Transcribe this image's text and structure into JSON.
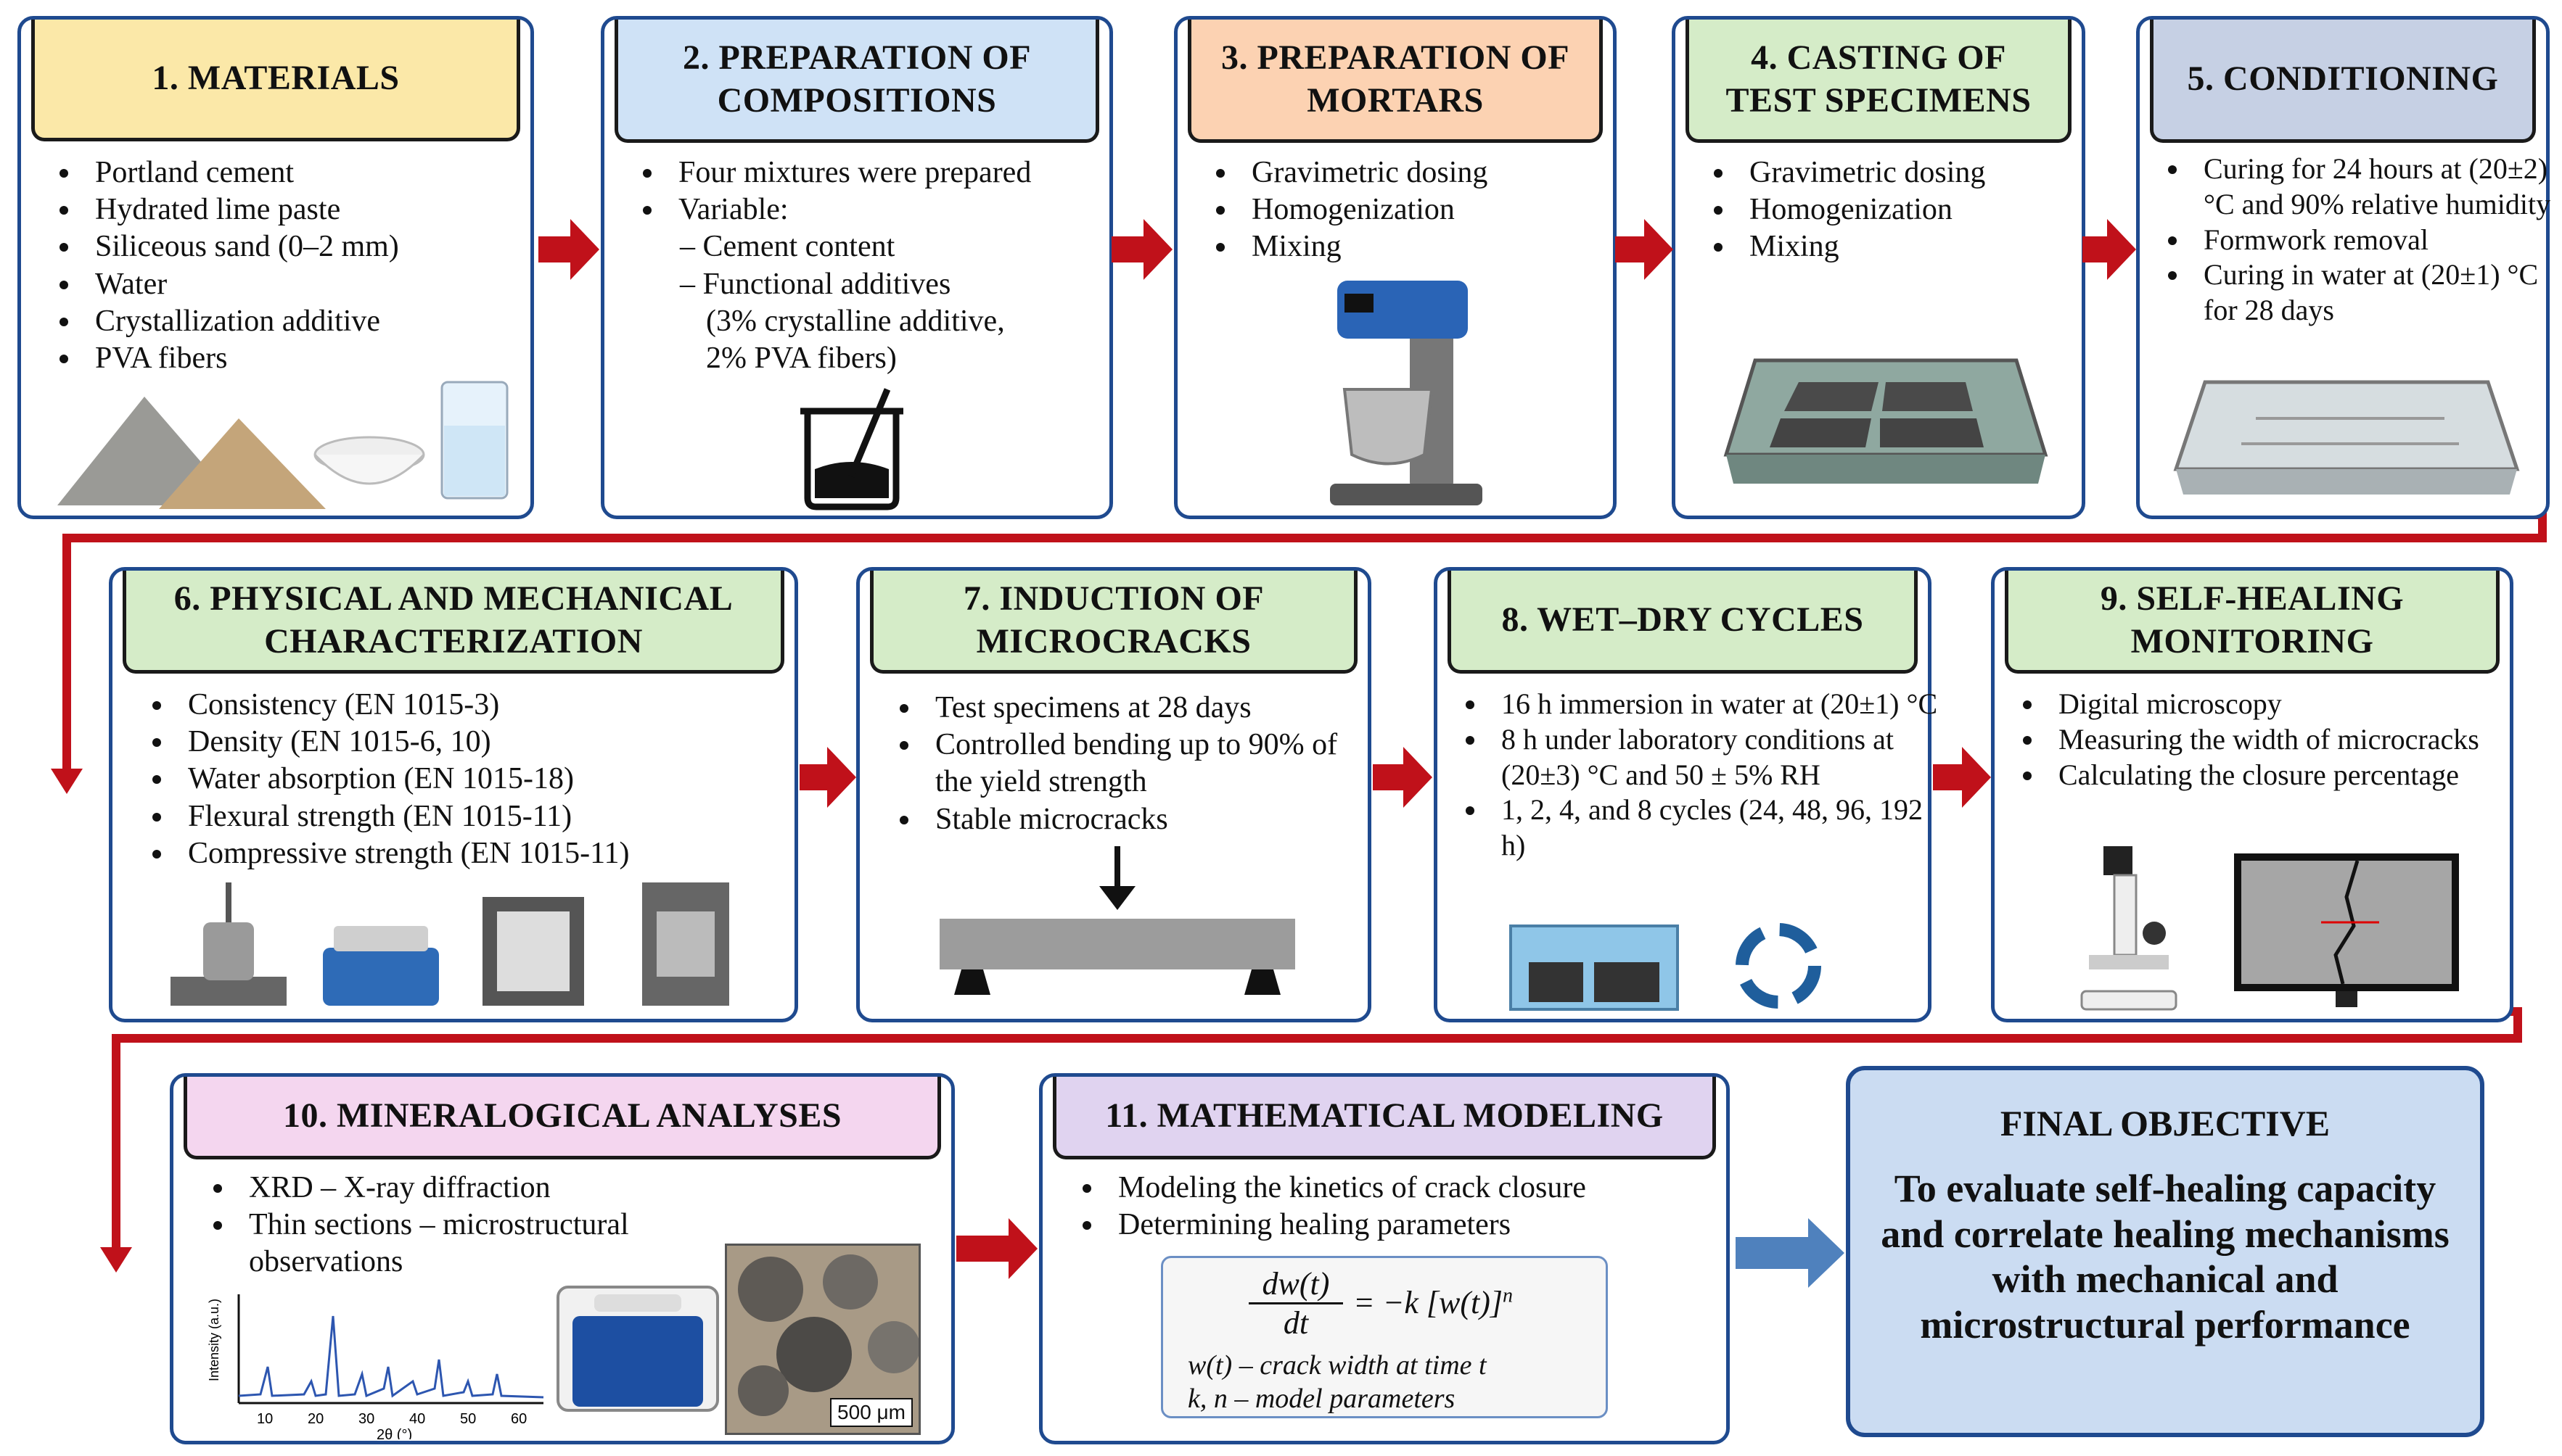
{
  "steps": [
    {
      "title": "1. MATERIALS",
      "items": [
        "Portland cement",
        "Hydrated lime paste",
        "Siliceous sand (0–2 mm)",
        "Water",
        "Crystallization additive",
        "PVA fibers"
      ]
    },
    {
      "title": "2. PREPARATION OF\nCOMPOSITIONS",
      "items": [
        "Four mixtures were prepared",
        "Variable:"
      ],
      "subitems": [
        "– Cement content",
        "– Functional additives",
        "(3% crystalline additive,",
        "2% PVA fibers)"
      ]
    },
    {
      "title": "3. PREPARATION OF\nMORTARS",
      "items": [
        "Gravimetric dosing",
        "Homogenization",
        "Mixing"
      ]
    },
    {
      "title": "4. CASTING OF\nTEST SPECIMENS",
      "items": [
        "Gravimetric dosing",
        "Homogenization",
        "Mixing"
      ]
    },
    {
      "title": "5. CONDITIONING",
      "items": [
        "Curing for 24 hours at (20±2) °C and 90% relative humidity",
        "Formwork removal",
        "Curing in water at (20±1) °C for 28 days"
      ]
    },
    {
      "title": "6. PHYSICAL AND MECHANICAL\nCHARACTERIZATION",
      "items": [
        "Consistency (EN 1015-3)",
        "Density (EN 1015-6, 10)",
        "Water absorption (EN 1015-18)",
        "Flexural strength (EN 1015-11)",
        "Compressive strength (EN 1015-11)"
      ]
    },
    {
      "title": "7. INDUCTION OF\nMICROCRACKS",
      "items": [
        "Test specimens at 28 days",
        "Controlled bending up to 90% of the yield strength",
        "Stable microcracks"
      ]
    },
    {
      "title": "8. WET–DRY CYCLES",
      "items": [
        "16 h immersion in water at (20±1) °C",
        "8 h under laboratory conditions at (20±3) °C and 50 ± 5% RH",
        "1, 2, 4, and 8 cycles (24, 48, 96, 192 h)"
      ]
    },
    {
      "title": "9. SELF-HEALING\nMONITORING",
      "items": [
        "Digital microscopy",
        "Measuring the width of microcracks",
        "Calculating the closure percentage"
      ]
    },
    {
      "title": "10. MINERALOGICAL ANALYSES",
      "items": [
        "XRD – X-ray diffraction",
        "Thin sections – microstructural observations"
      ]
    },
    {
      "title": "11. MATHEMATICAL MODELING",
      "items": [
        "Modeling the kinetics of crack closure",
        "Determining healing parameters"
      ]
    }
  ],
  "xrd": {
    "ylabel": "Intensity (a.u.)",
    "xlabel": "2θ (°)",
    "ticks": [
      "10",
      "20",
      "30",
      "40",
      "50",
      "60"
    ]
  },
  "thin_section_scale": "500 μm",
  "formula": {
    "lhs_num": "dw(t)",
    "lhs_den": "dt",
    "rhs": "= −k [w(t)]",
    "exp": "n",
    "def1": "w(t) – crack width at time t",
    "def2": "k, n – model parameters"
  },
  "final": {
    "title": "FINAL OBJECTIVE",
    "text": "To evaluate self-healing capacity and correlate healing mechanisms with mechanical and microstructural performance"
  },
  "colors": {
    "border": "#1f4a8f",
    "arrow": "#c0111a",
    "final_arrow": "#4f81bd"
  }
}
